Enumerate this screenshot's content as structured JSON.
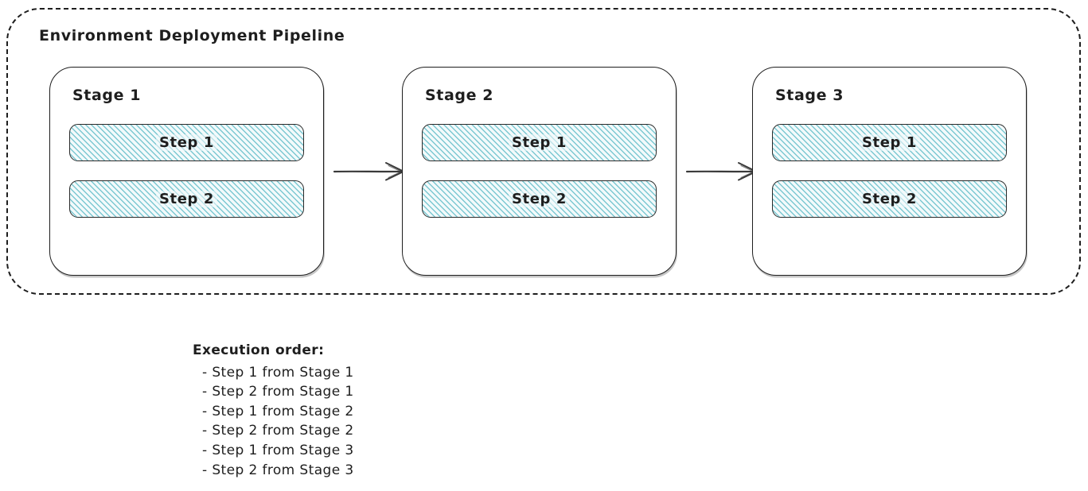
{
  "diagram": {
    "title": "Environment Deployment Pipeline",
    "stages": [
      {
        "label": "Stage 1",
        "steps": [
          "Step 1",
          "Step 2"
        ]
      },
      {
        "label": "Stage 2",
        "steps": [
          "Step 1",
          "Step 2"
        ]
      },
      {
        "label": "Stage 3",
        "steps": [
          "Step 1",
          "Step 2"
        ]
      }
    ]
  },
  "execution_order": {
    "heading": "Execution order:",
    "items": [
      "- Step 1 from Stage 1",
      "- Step 2 from Stage 1",
      "- Step 1 from Stage 2",
      "- Step 2 from Stage 2",
      "- Step 1 from Stage 3",
      "- Step 2 from Stage 3"
    ]
  },
  "colors": {
    "ink": "#1e1e1e",
    "arrow": "#3a3a3a",
    "step_hatch": "#7cc8d2",
    "step_base": "#f3fafb",
    "bg": "#ffffff"
  }
}
